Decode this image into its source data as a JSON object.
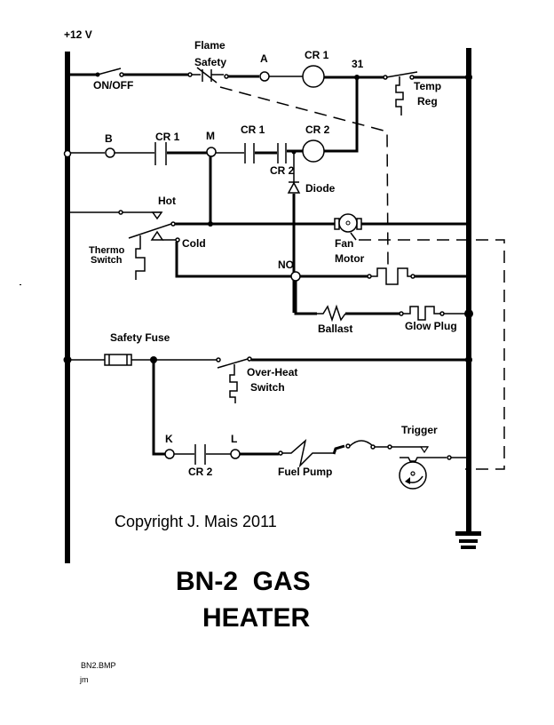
{
  "diagram": {
    "supply_label": "+12 V",
    "labels": {
      "on_off": "ON/OFF",
      "flame_safety_1": "Flame",
      "flame_safety_2": "Safety",
      "node_a": "A",
      "cr1_coil": "CR 1",
      "node_31": "31",
      "temp_reg_1": "Temp",
      "temp_reg_2": "Reg",
      "node_b": "B",
      "cr1_contact_1": "CR 1",
      "node_m": "M",
      "cr1_contact_2": "CR 1",
      "cr2_contact": "CR 2",
      "cr2_coil": "CR 2",
      "diode": "Diode",
      "hot": "Hot",
      "cold": "Cold",
      "thermo_1": "Thermo",
      "thermo_2": "Switch",
      "fan_1": "Fan",
      "fan_2": "Motor",
      "node_no": "NO",
      "ballast": "Ballast",
      "glow_plug": "Glow Plug",
      "safety_fuse": "Safety Fuse",
      "overheat_1": "Over-Heat",
      "overheat_2": "Switch",
      "node_k": "K",
      "cr2_contact_k": "CR 2",
      "node_l": "L",
      "fuel_pump": "Fuel Pump",
      "trigger": "Trigger"
    },
    "copyright": "Copyright J. Mais 2011",
    "title_line1": "BN-2  GAS",
    "title_line2": "HEATER",
    "file_name": "BN2.BMP",
    "author_initials": "jm"
  }
}
